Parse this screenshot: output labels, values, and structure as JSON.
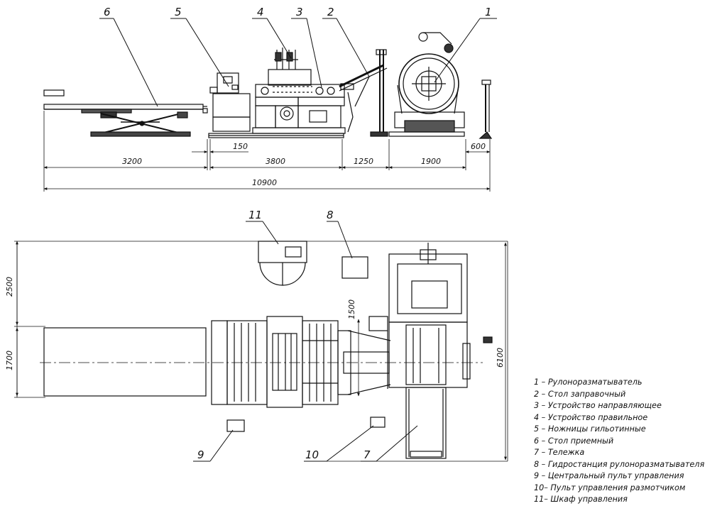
{
  "side_view": {
    "dimensions": {
      "d3200": "3200",
      "d150": "150",
      "d3800": "3800",
      "d1250": "1250",
      "d1900": "1900",
      "d600": "600",
      "total": "10900"
    },
    "callouts": {
      "c1": "1",
      "c2": "2",
      "c3": "3",
      "c4": "4",
      "c5": "5",
      "c6": "6"
    }
  },
  "plan_view": {
    "dimensions": {
      "d2500": "2500",
      "d1700": "1700",
      "d1500": "1500",
      "d6100": "6100"
    },
    "callouts": {
      "c7": "7",
      "c8": "8",
      "c9": "9",
      "c10": "10",
      "c11": "11"
    }
  },
  "legend": [
    "1 – Рулоноразматыватель",
    "2 – Стол заправочный",
    "3 – Устройство направляющее",
    "4 – Устройство правильное",
    "5 – Ножницы гильотинные",
    "6 – Стол приемный",
    "7 – Тележка",
    "8 – Гидростанция рулоноразматывателя",
    "9 – Центральный пульт управления",
    "10– Пульт управления размотчиком",
    "11– Шкаф управления"
  ]
}
